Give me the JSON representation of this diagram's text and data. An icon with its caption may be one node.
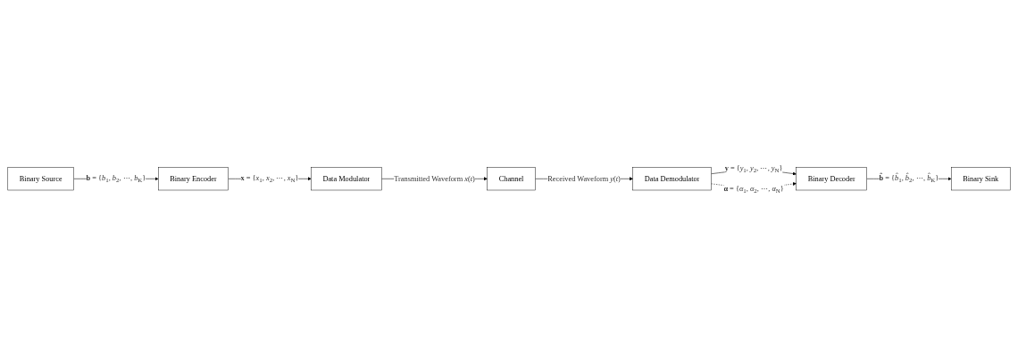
{
  "diagram": {
    "nodes": [
      {
        "text": [
          "Binary Source"
        ]
      },
      {
        "text": [
          "Binary Encoder"
        ]
      },
      {
        "text": [
          "Data Modulator"
        ]
      },
      {
        "text": [
          "Channel"
        ]
      },
      {
        "text": [
          "Data Demodulator"
        ]
      },
      {
        "text": [
          "Binary Decoder"
        ]
      },
      {
        "text": [
          "Binary Sink"
        ]
      }
    ],
    "edges": [
      {
        "from": 0,
        "to": 1,
        "arrow": "to",
        "label": "**b** = {*b*$_{1}$, *b*$_{2}$, ⋯, *b*$_{K}$}"
      },
      {
        "from": 1,
        "to": 2,
        "arrow": "to",
        "label": "**x** = {*x*$_{1}$, *x*$_{2}$, ⋯, *x*$_{N}$}"
      },
      {
        "from": 2,
        "to": 3,
        "arrow": "to",
        "label": "Transmitted Waveform *x*(*t*)"
      },
      {
        "from": 3,
        "to": 4,
        "arrow": "to",
        "label": "Received Waveform *y*(*t*)"
      },
      {
        "from": 4,
        "to": 5,
        "arrow": "to",
        "label": "**y** = {*y*$_{1}$, *y*$_{2}$, ⋯, *y*$_{N}$}"
      },
      {
        "from": 5,
        "to": 6,
        "arrow": "to",
        "label": "**b̂** = {*b̂*$_{1}$, *b̂*$_{2}$, ⋯, *b̂*$_{K}$}"
      },
      {
        "from": 4,
        "to": 5,
        "arrow": "to",
        "style": "dashed",
        "label": "**α** = {*α*$_{1}$, *α*$_{2}$, ⋯, *α*$_{N}$}"
      }
    ]
  }
}
